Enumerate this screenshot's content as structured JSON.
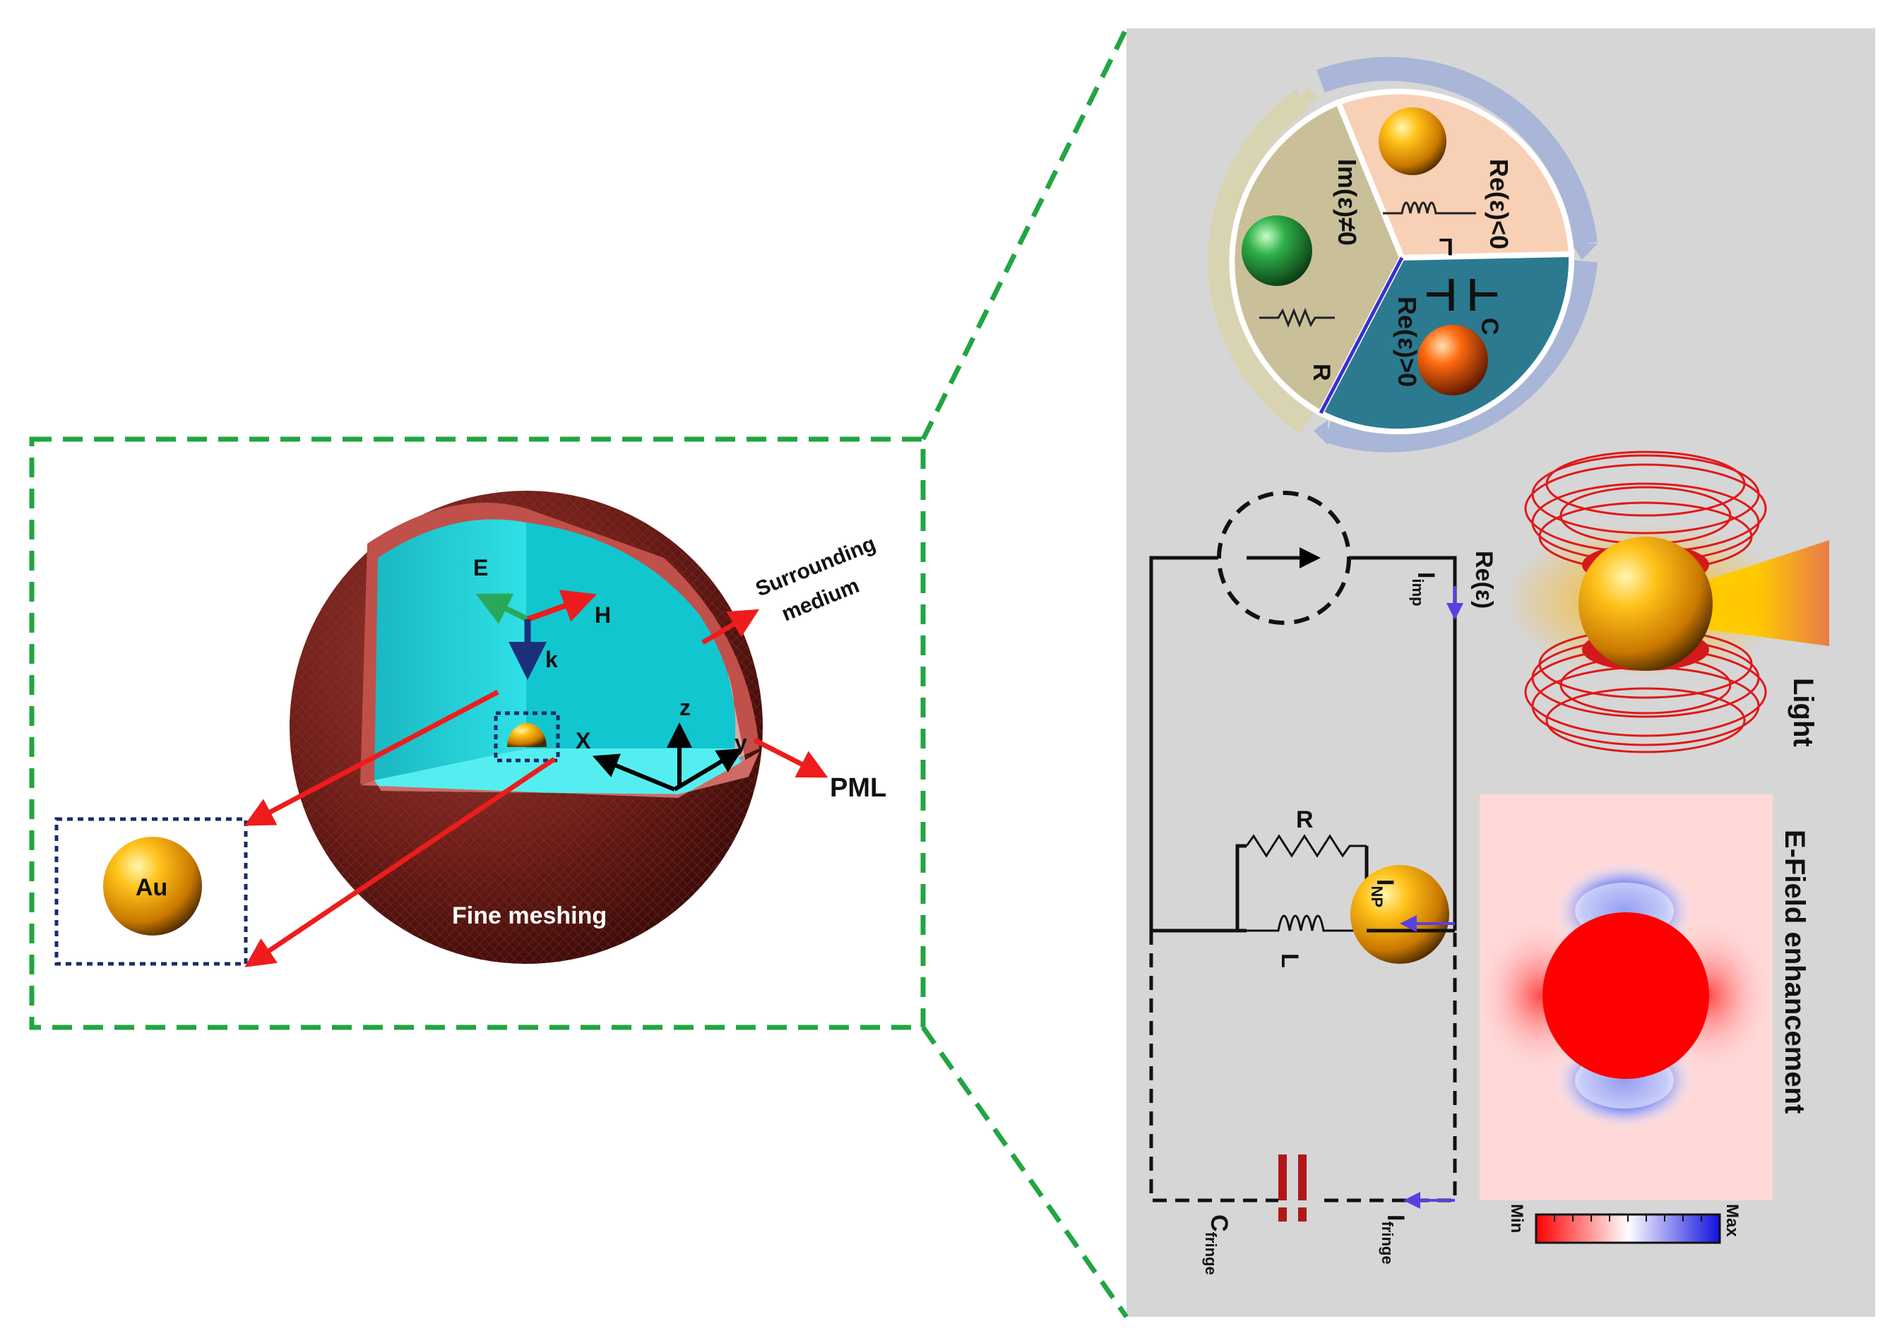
{
  "left_panel": {
    "axis_e": "E",
    "axis_h": "H",
    "axis_k": "k",
    "axis_x": "X",
    "axis_y": "y",
    "axis_z": "z",
    "surrounding_1": "Surrounding",
    "surrounding_2": "medium",
    "pml": "PML",
    "fine_meshing": "Fine meshing",
    "au": "Au"
  },
  "wheel": {
    "seg_top_right": "Re(ε)<0",
    "seg_top_right_element": "L",
    "seg_left": "Im(ε)≠0",
    "seg_left_element": "R",
    "seg_bottom_right": "Re(ε)>0",
    "seg_bottom_right_element": "C"
  },
  "circuit": {
    "i_imp": "I",
    "i_imp_sub": "imp",
    "re_eps": "Re(ε)",
    "r": "R",
    "l": "L",
    "i_np": "I",
    "i_np_sub": "NP",
    "i_fringe": "I",
    "i_fringe_sub": "fringe",
    "c_fringe": "C",
    "c_fringe_sub": "fringe"
  },
  "light_label": "Light",
  "efield": {
    "title": "E-Field enhancement",
    "min": "Min",
    "max": "Max"
  },
  "colors": {
    "dashed_green": "#22a542",
    "panel_gray": "#d6d6d6",
    "cyan": "#15c4cc",
    "shell": "#6b1a17",
    "arrow_red": "#ee1c1c",
    "gold": "#f0a500",
    "field_red": "#ff0000",
    "field_blue": "#1f35d6"
  }
}
